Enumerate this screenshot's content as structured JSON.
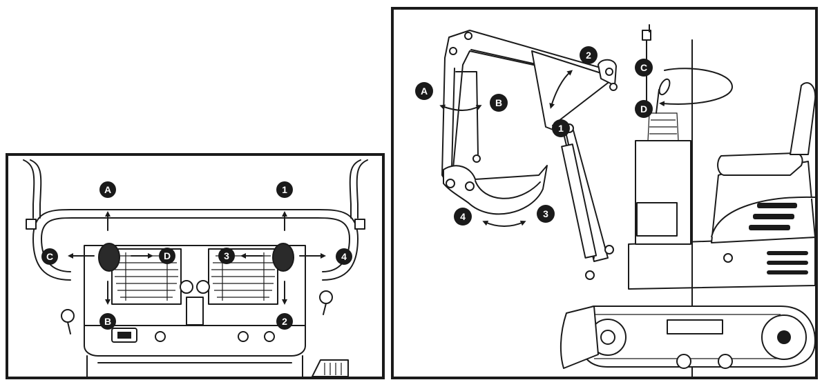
{
  "left_panel": {
    "labels": {
      "a": "A",
      "b": "B",
      "c": "C",
      "d": "D",
      "one": "1",
      "two": "2",
      "three": "3",
      "four": "4"
    }
  },
  "right_panel": {
    "labels": {
      "a": "A",
      "b": "B",
      "c": "C",
      "d": "D",
      "one": "1",
      "two": "2",
      "three": "3",
      "four": "4"
    }
  },
  "colors": {
    "ink": "#1a1a1a",
    "paper": "#ffffff"
  }
}
